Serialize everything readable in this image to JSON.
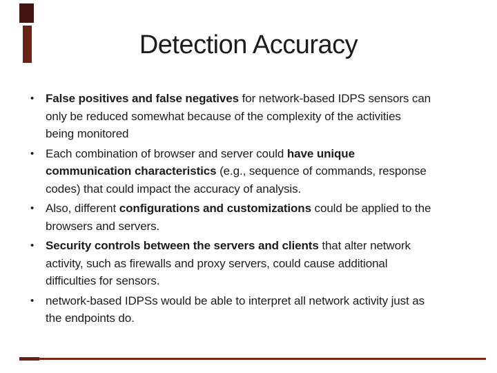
{
  "slide_title": "Detection Accuracy",
  "bullet_char": "•",
  "bullets": [
    {
      "lines": [
        [
          {
            "t": "False positives and false negatives",
            "b": 1
          },
          {
            "t": " for network-based IDPS sensors can",
            "b": 0
          }
        ],
        [
          {
            "t": "only be reduced somewhat because of the complexity of the activities",
            "b": 0
          }
        ],
        [
          {
            "t": "being monitored",
            "b": 0
          }
        ]
      ]
    },
    {
      "lines": [
        [
          {
            "t": "Each combination of browser and server could ",
            "b": 0
          },
          {
            "t": "have unique",
            "b": 1
          }
        ],
        [
          {
            "t": "communication characteristics",
            "b": 1
          },
          {
            "t": " (e.g., sequence of commands, response",
            "b": 0
          }
        ],
        [
          {
            "t": "codes) that could impact the accuracy of analysis.",
            "b": 0
          }
        ]
      ]
    },
    {
      "lines": [
        [
          {
            "t": "Also, different ",
            "b": 0
          },
          {
            "t": "configurations and customizations",
            "b": 1
          },
          {
            "t": " could be applied to the",
            "b": 0
          }
        ],
        [
          {
            "t": "browsers and servers.",
            "b": 0
          }
        ]
      ]
    },
    {
      "lines": [
        [
          {
            "t": "Security controls between the servers and clients",
            "b": 1
          },
          {
            "t": " that alter network",
            "b": 0
          }
        ],
        [
          {
            "t": "activity, such as firewalls and proxy servers, could cause additional",
            "b": 0
          }
        ],
        [
          {
            "t": "difficulties for sensors.",
            "b": 0
          }
        ]
      ]
    },
    {
      "lines": [
        [
          {
            "t": "network-based IDPSs would be able to interpret all network activity just as",
            "b": 0
          }
        ],
        [
          {
            "t": "the endpoints do.",
            "b": 0
          }
        ]
      ]
    }
  ],
  "colors": {
    "background": "#ffffff",
    "text": "#1c1c1c",
    "accent_dark": "#421511",
    "accent_mid": "#6a2317",
    "accent_line": "#7d2817"
  }
}
